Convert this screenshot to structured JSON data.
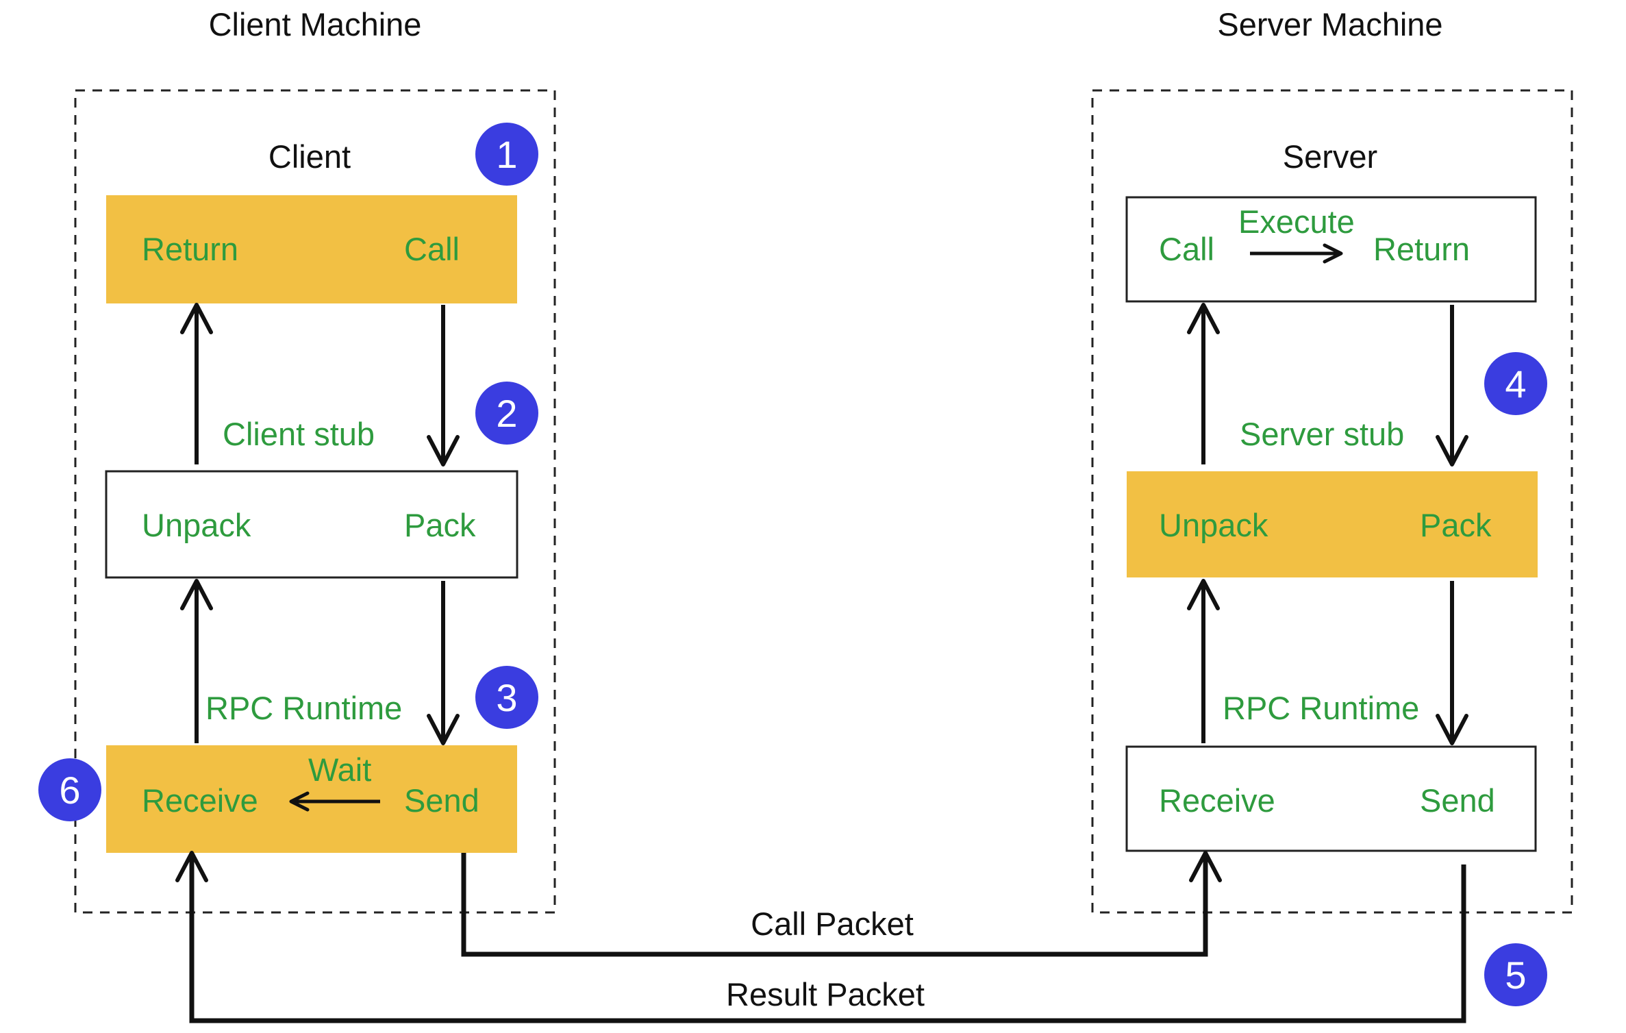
{
  "client_machine": {
    "title": "Client Machine",
    "layer_title": "Client",
    "client_layer": {
      "return": "Return",
      "call": "Call"
    },
    "stub_label": "Client stub",
    "stub_layer": {
      "unpack": "Unpack",
      "pack": "Pack"
    },
    "runtime_label": "RPC Runtime",
    "runtime_layer": {
      "receive": "Receive",
      "wait": "Wait",
      "send": "Send"
    }
  },
  "server_machine": {
    "title": "Server Machine",
    "layer_title": "Server",
    "server_layer": {
      "call": "Call",
      "execute": "Execute",
      "return": "Return"
    },
    "stub_label": "Server stub",
    "stub_layer": {
      "unpack": "Unpack",
      "pack": "Pack"
    },
    "runtime_label": "RPC Runtime",
    "runtime_layer": {
      "receive": "Receive",
      "send": "Send"
    }
  },
  "packets": {
    "call": "Call Packet",
    "result": "Result Packet"
  },
  "steps": [
    "1",
    "2",
    "3",
    "4",
    "5",
    "6"
  ],
  "colors": {
    "highlight": "#f2c044",
    "label_green": "#2e9b3e",
    "step_blue": "#3a3de0",
    "line": "#111111"
  }
}
